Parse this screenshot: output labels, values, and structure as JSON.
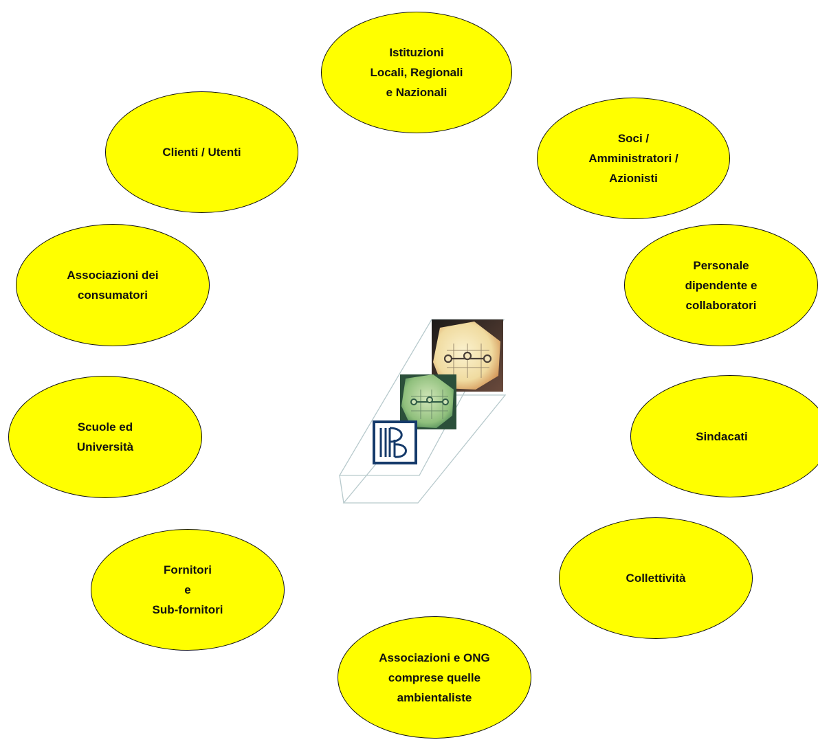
{
  "colors": {
    "ellipse_fill": "#ffff00",
    "ellipse_border": "#111111",
    "text": "#111111"
  },
  "stakeholders": {
    "istituzioni": "Istituzioni\nLocali, Regionali\ne Nazionali",
    "clienti": "Clienti / Utenti",
    "soci": "Soci /\nAmministratori /\nAzionisti",
    "associazioni_consumatori": "Associazioni dei\nconsumatori",
    "personale": "Personale\ndipendente e\ncollaboratori",
    "scuole": "Scuole ed\nUniversità",
    "sindacati": "Sindacati",
    "fornitori": "Fornitori\ne\nSub-fornitori",
    "collettivita": "Collettività",
    "associazioni_ong": "Associazioni e ONG\ncomprese quelle\nambientaliste"
  },
  "logo": {
    "icon": "ipb-company-logo",
    "monogram": "IPB"
  }
}
